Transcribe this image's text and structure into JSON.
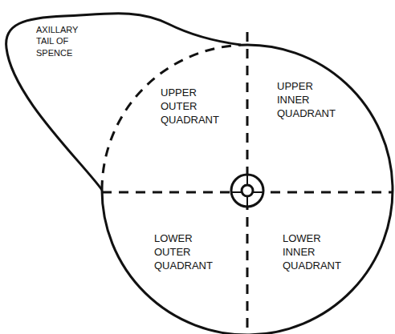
{
  "diagram": {
    "labels": [
      "AXILLARY TAIL OF SPENCE",
      "UPPER OUTER QUADRANT",
      "UPPER INNER QUADRANT",
      "LOWER OUTER QUADRANT",
      "LOWER INNER QUADRANT"
    ]
  }
}
